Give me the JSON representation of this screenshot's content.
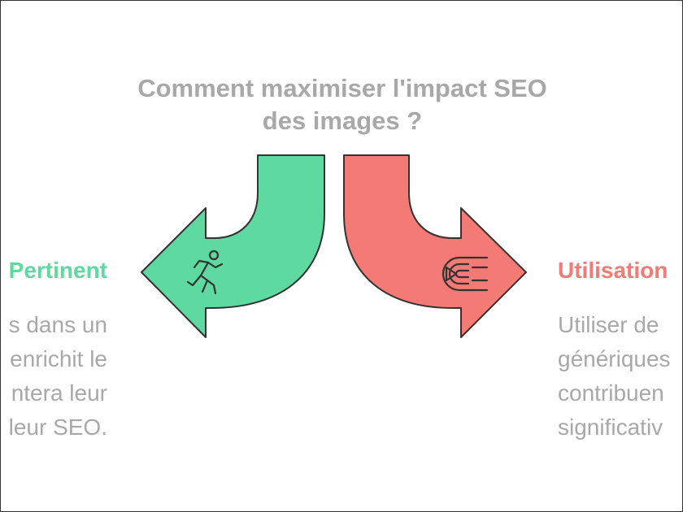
{
  "title": {
    "line1": "Comment maximiser l'impact SEO",
    "line2": "des images ?"
  },
  "left_option": {
    "heading": "Pertinent",
    "body": [
      "s dans un",
      "enrichit le",
      "ntera leur",
      "leur SEO."
    ],
    "color": "#5ed9a0",
    "icon": "running-person-icon"
  },
  "right_option": {
    "heading": "Utilisation",
    "body": [
      "Utiliser de",
      "génériques",
      "contribuen",
      "significativ"
    ],
    "color": "#f47a75",
    "icon": "target-arrow-icon"
  }
}
